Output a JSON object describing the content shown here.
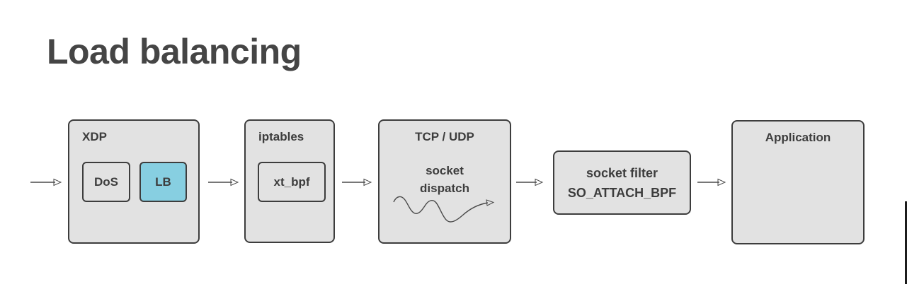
{
  "title": "Load balancing",
  "nodes": {
    "xdp": {
      "label": "XDP",
      "dos_label": "DoS",
      "lb_label": "LB"
    },
    "iptables": {
      "label": "iptables",
      "xt_bpf_label": "xt_bpf"
    },
    "tcp_udp": {
      "label": "TCP / UDP",
      "sub_line1": "socket",
      "sub_line2": "dispatch"
    },
    "socket_filter": {
      "line1": "socket filter",
      "line2": "SO_ATTACH_BPF"
    },
    "application": {
      "label": "Application"
    }
  },
  "icons": {
    "arrows": [
      "arrow-into-xdp",
      "arrow-xdp-to-iptables",
      "arrow-iptables-to-tcpudp",
      "arrow-tcpudp-to-socketfilter",
      "arrow-socketfilter-to-application"
    ],
    "squiggle": "squiggle-arrow"
  },
  "colors": {
    "box_fill": "#e2e2e2",
    "box_border": "#3d3d3d",
    "highlight_fill": "#87cfe1",
    "text": "#3d3d3d",
    "title": "#454545",
    "arrow": "#4a4a4a",
    "edge_line": "#1c1c1c",
    "bg": "#ffffff"
  }
}
